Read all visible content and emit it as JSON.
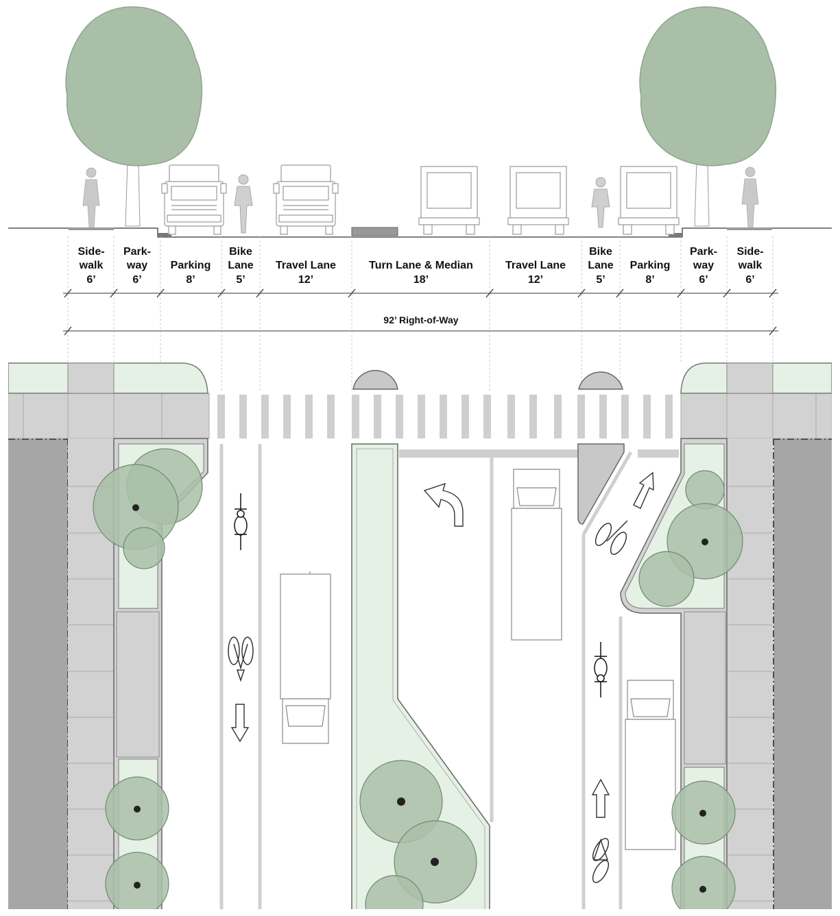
{
  "segments": [
    {
      "l1": "Side-",
      "l2": "walk",
      "w": "6’"
    },
    {
      "l1": "Park-",
      "l2": "way",
      "w": "6’"
    },
    {
      "l1": "",
      "l2": "Parking",
      "w": "8’"
    },
    {
      "l1": "Bike",
      "l2": "Lane",
      "w": "5’"
    },
    {
      "l1": "",
      "l2": "Travel Lane",
      "w": "12’"
    },
    {
      "l1": "",
      "l2": "Turn Lane & Median",
      "w": "18’"
    },
    {
      "l1": "",
      "l2": "Travel Lane",
      "w": "12’"
    },
    {
      "l1": "Bike",
      "l2": "Lane",
      "w": "5’"
    },
    {
      "l1": "",
      "l2": "Parking",
      "w": "8’"
    },
    {
      "l1": "Park-",
      "l2": "way",
      "w": "6’"
    },
    {
      "l1": "Side-",
      "l2": "walk",
      "w": "6’"
    }
  ],
  "row": {
    "label": "92’ Right-of-Way"
  },
  "colors": {
    "tree": "#a9bfa8",
    "tree_stroke": "#6f8a6e",
    "planting": "#e6f1e6",
    "sidewalk": "#d2d2d2",
    "building": "#a6a6a6",
    "marking": "#cfcfcf"
  },
  "icons": [
    "tree-icon",
    "pedestrian-icon",
    "truck-icon",
    "cyclist-icon",
    "bike-symbol-icon",
    "turn-arrow-icon",
    "straight-arrow-icon"
  ]
}
